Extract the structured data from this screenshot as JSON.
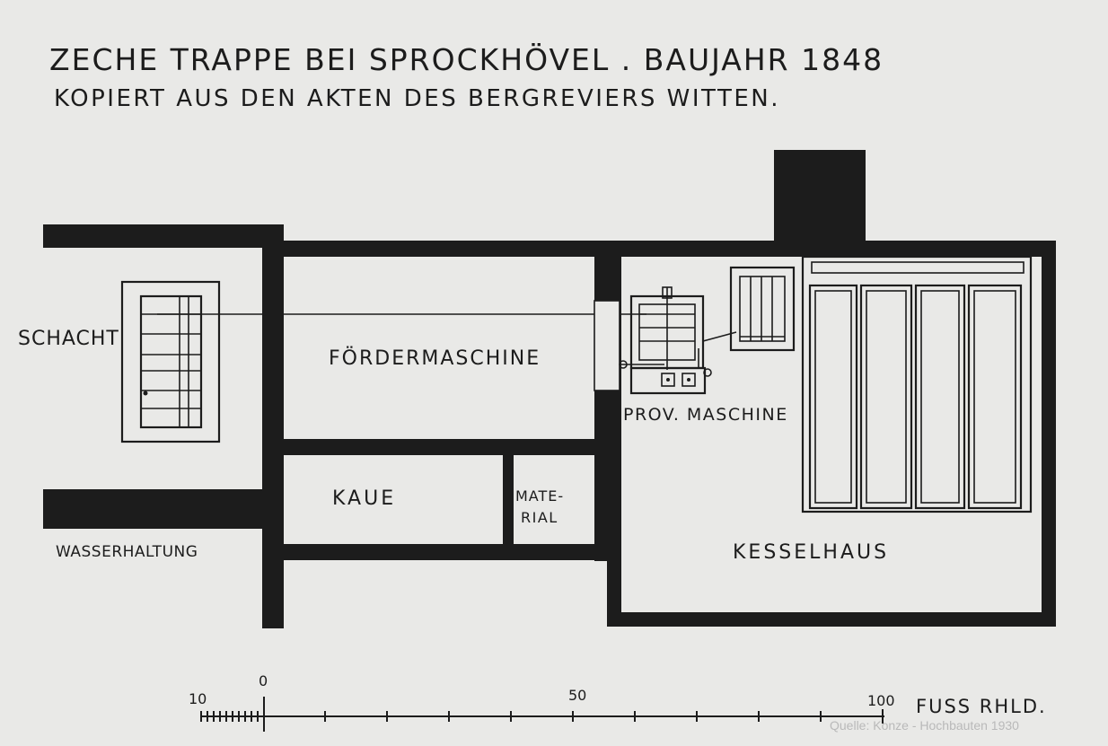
{
  "title": {
    "line1": "ZECHE TRAPPE BEI SPROCKHÖVEL . BAUJAHR 1848",
    "line2": "KOPIERT AUS DEN AKTEN DES BERGREVIERS WITTEN."
  },
  "labels": {
    "schacht": "SCHACHT",
    "foerdermaschine": "FÖRDERMASCHINE",
    "prov_maschine": "PROV. MASCHINE",
    "kaue": "KAUE",
    "material_1": "MATE-",
    "material_2": "RIAL",
    "wasserhaltung": "WASSERHALTUNG",
    "kesselhaus": "KESSELHAUS"
  },
  "scale": {
    "ticks": [
      "10",
      "0",
      "50",
      "100"
    ],
    "unit": "FUSS RHLD."
  },
  "credit": "Quelle: Konze - Hochbauten 1930",
  "colors": {
    "ink": "#1c1c1c",
    "paper": "#e9e9e7"
  }
}
